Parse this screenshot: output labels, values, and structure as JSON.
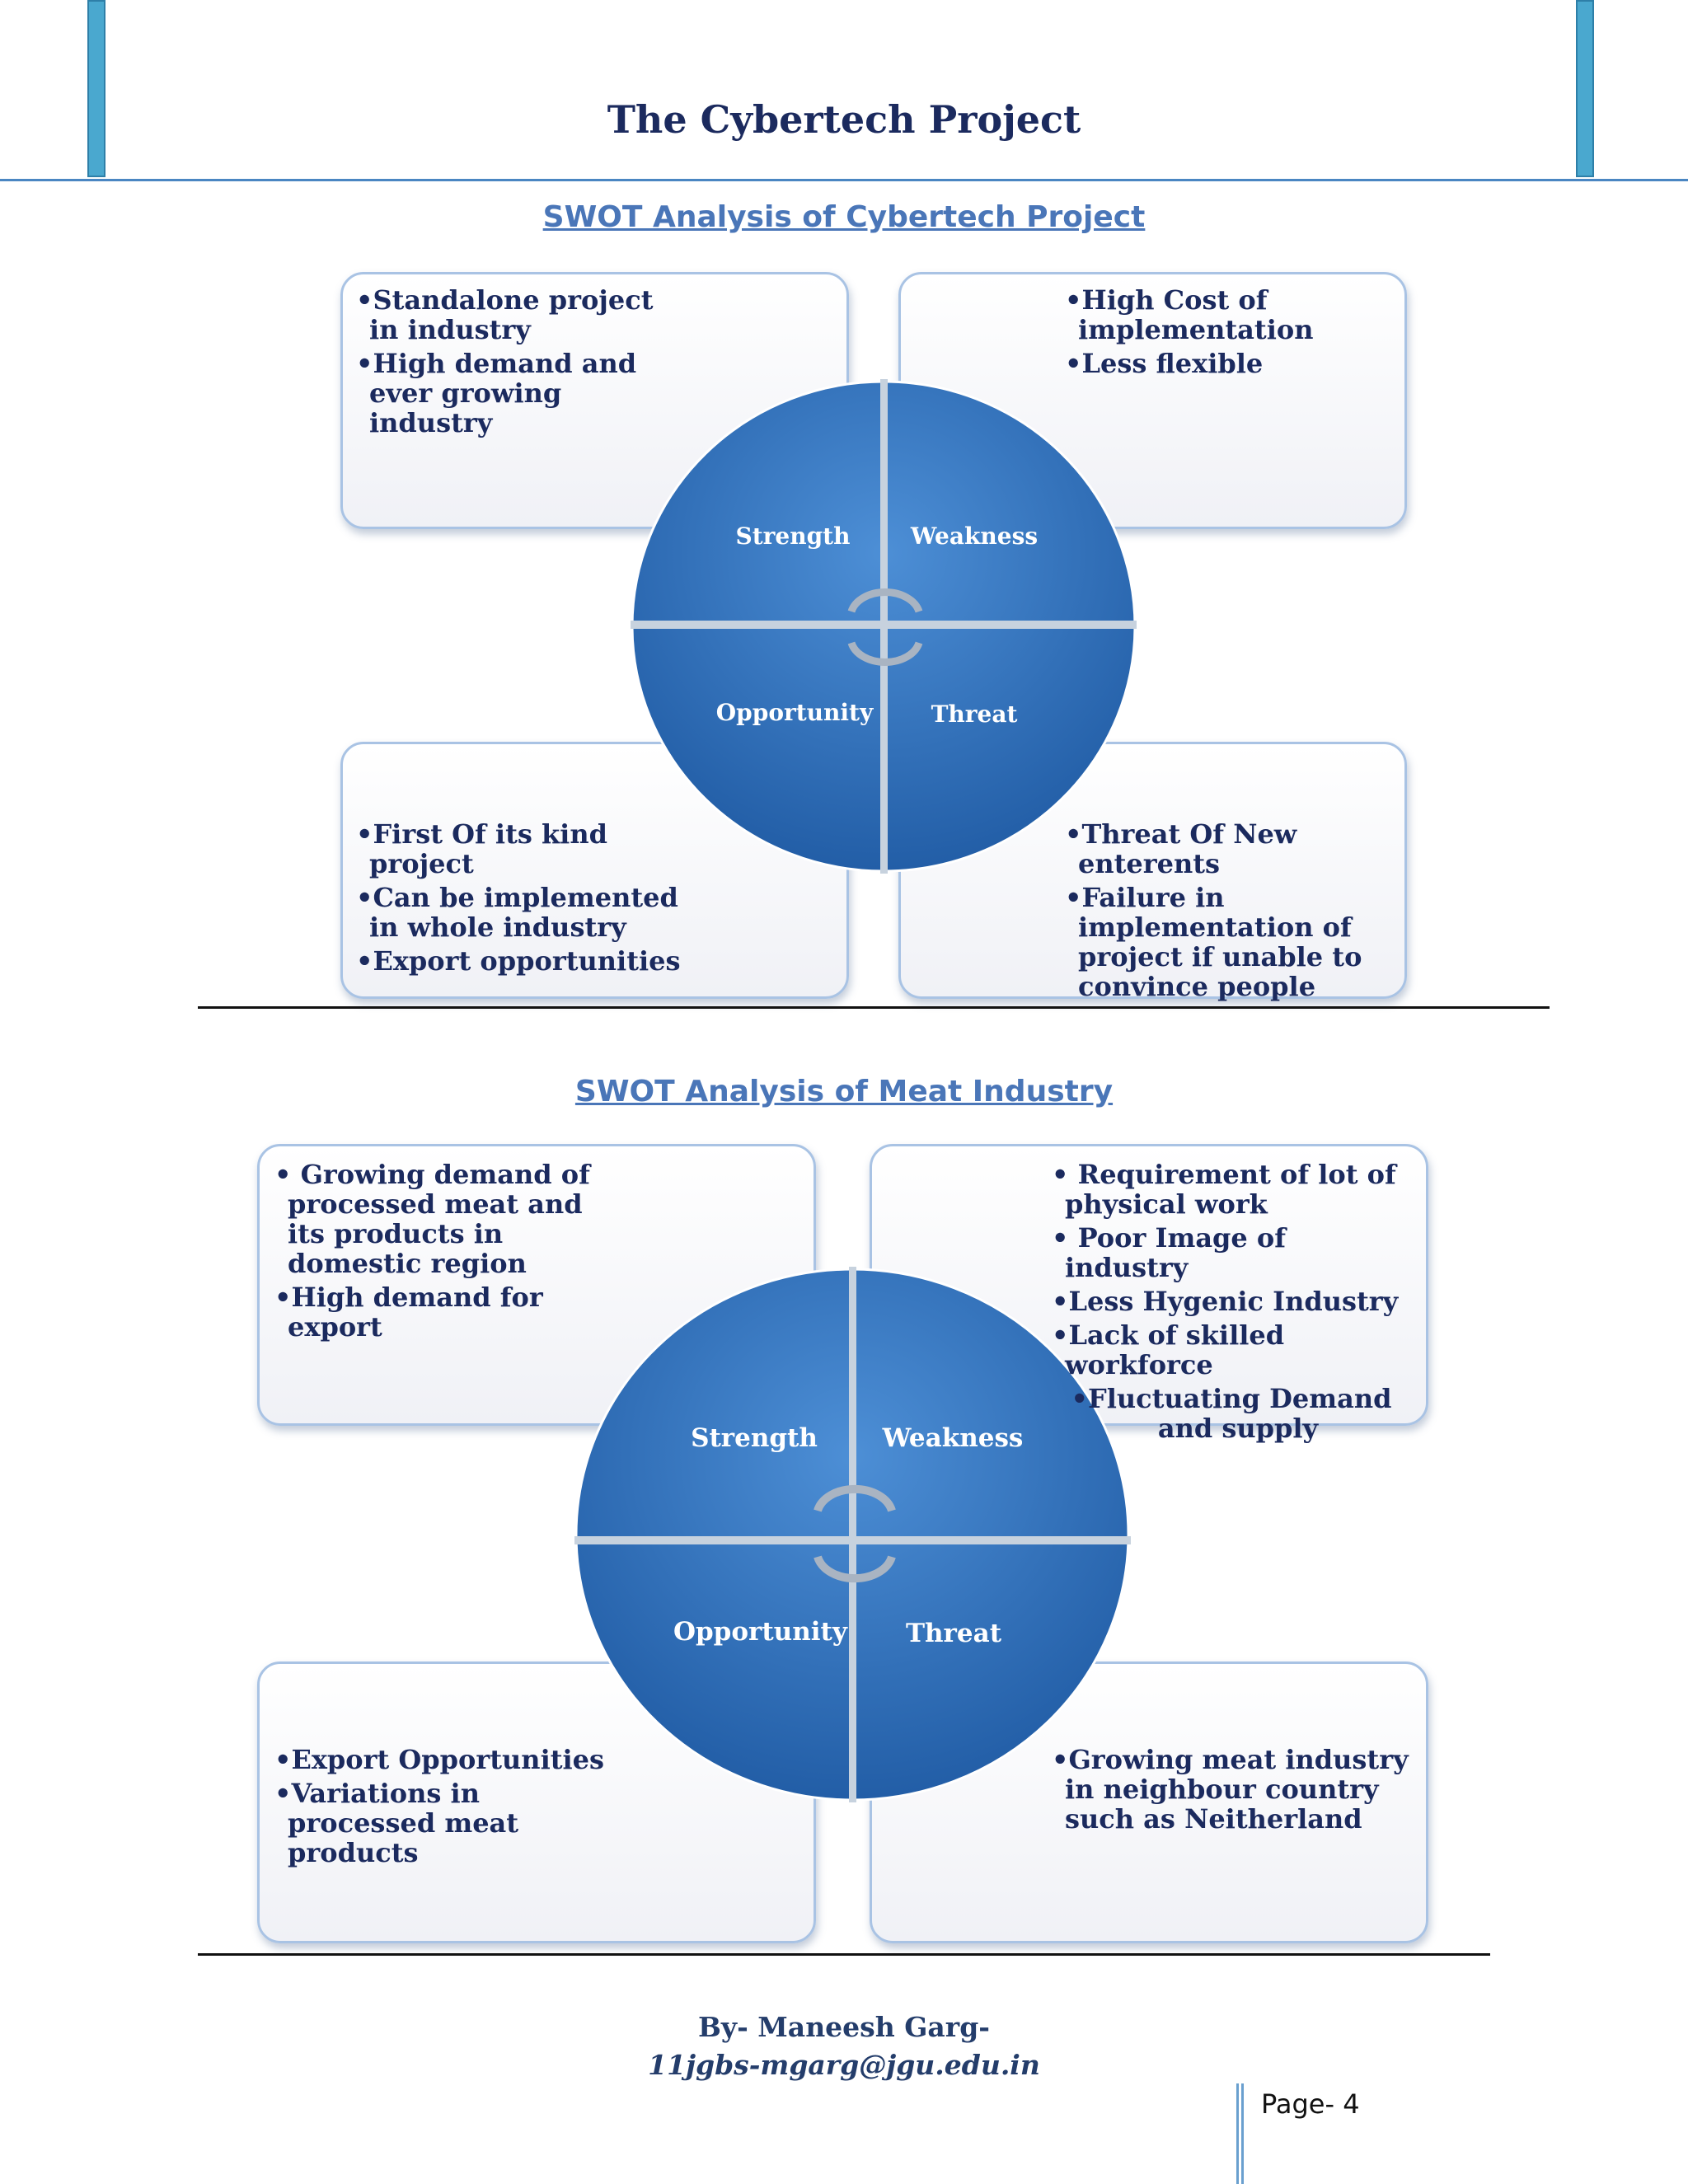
{
  "header": {
    "title": "The Cybertech Project"
  },
  "swot1": {
    "title": "SWOT Analysis of Cybertech Project",
    "labels": {
      "strength": "Strength",
      "weakness": "Weakness",
      "opportunity": "Opportunity",
      "threat": "Threat"
    },
    "strengths": [
      "•Standalone project in industry",
      "•High demand and ever growing industry"
    ],
    "weaknesses": [
      "•High Cost of implementation",
      "•Less flexible"
    ],
    "opportunities": [
      "•First Of its kind project",
      "•Can be implemented in whole industry",
      "•Export opportunities"
    ],
    "threats": [
      "•Threat Of New enterents",
      "•Failure in implementation of project if unable to convince people"
    ]
  },
  "swot2": {
    "title": "SWOT Analysis of Meat Industry",
    "labels": {
      "strength": "Strength",
      "weakness": "Weakness",
      "opportunity": "Opportunity",
      "threat": "Threat"
    },
    "strengths": [
      "• Growing demand of processed meat and its products in domestic region",
      "•High demand for export"
    ],
    "weaknesses": [
      "• Requirement of lot of physical work",
      "• Poor Image of industry",
      "•Less Hygenic Industry",
      "•Lack of skilled workforce",
      "•Fluctuating Demand and supply"
    ],
    "opportunities": [
      "•Export Opportunities",
      "•Variations in processed meat products"
    ],
    "threats": [
      "•Growing meat industry in neighbour country such as Neitherland"
    ]
  },
  "footer": {
    "author": "By- Maneesh Garg-",
    "email": "11jgbs-mgarg@jgu.edu.in",
    "page": "Page- 4"
  }
}
